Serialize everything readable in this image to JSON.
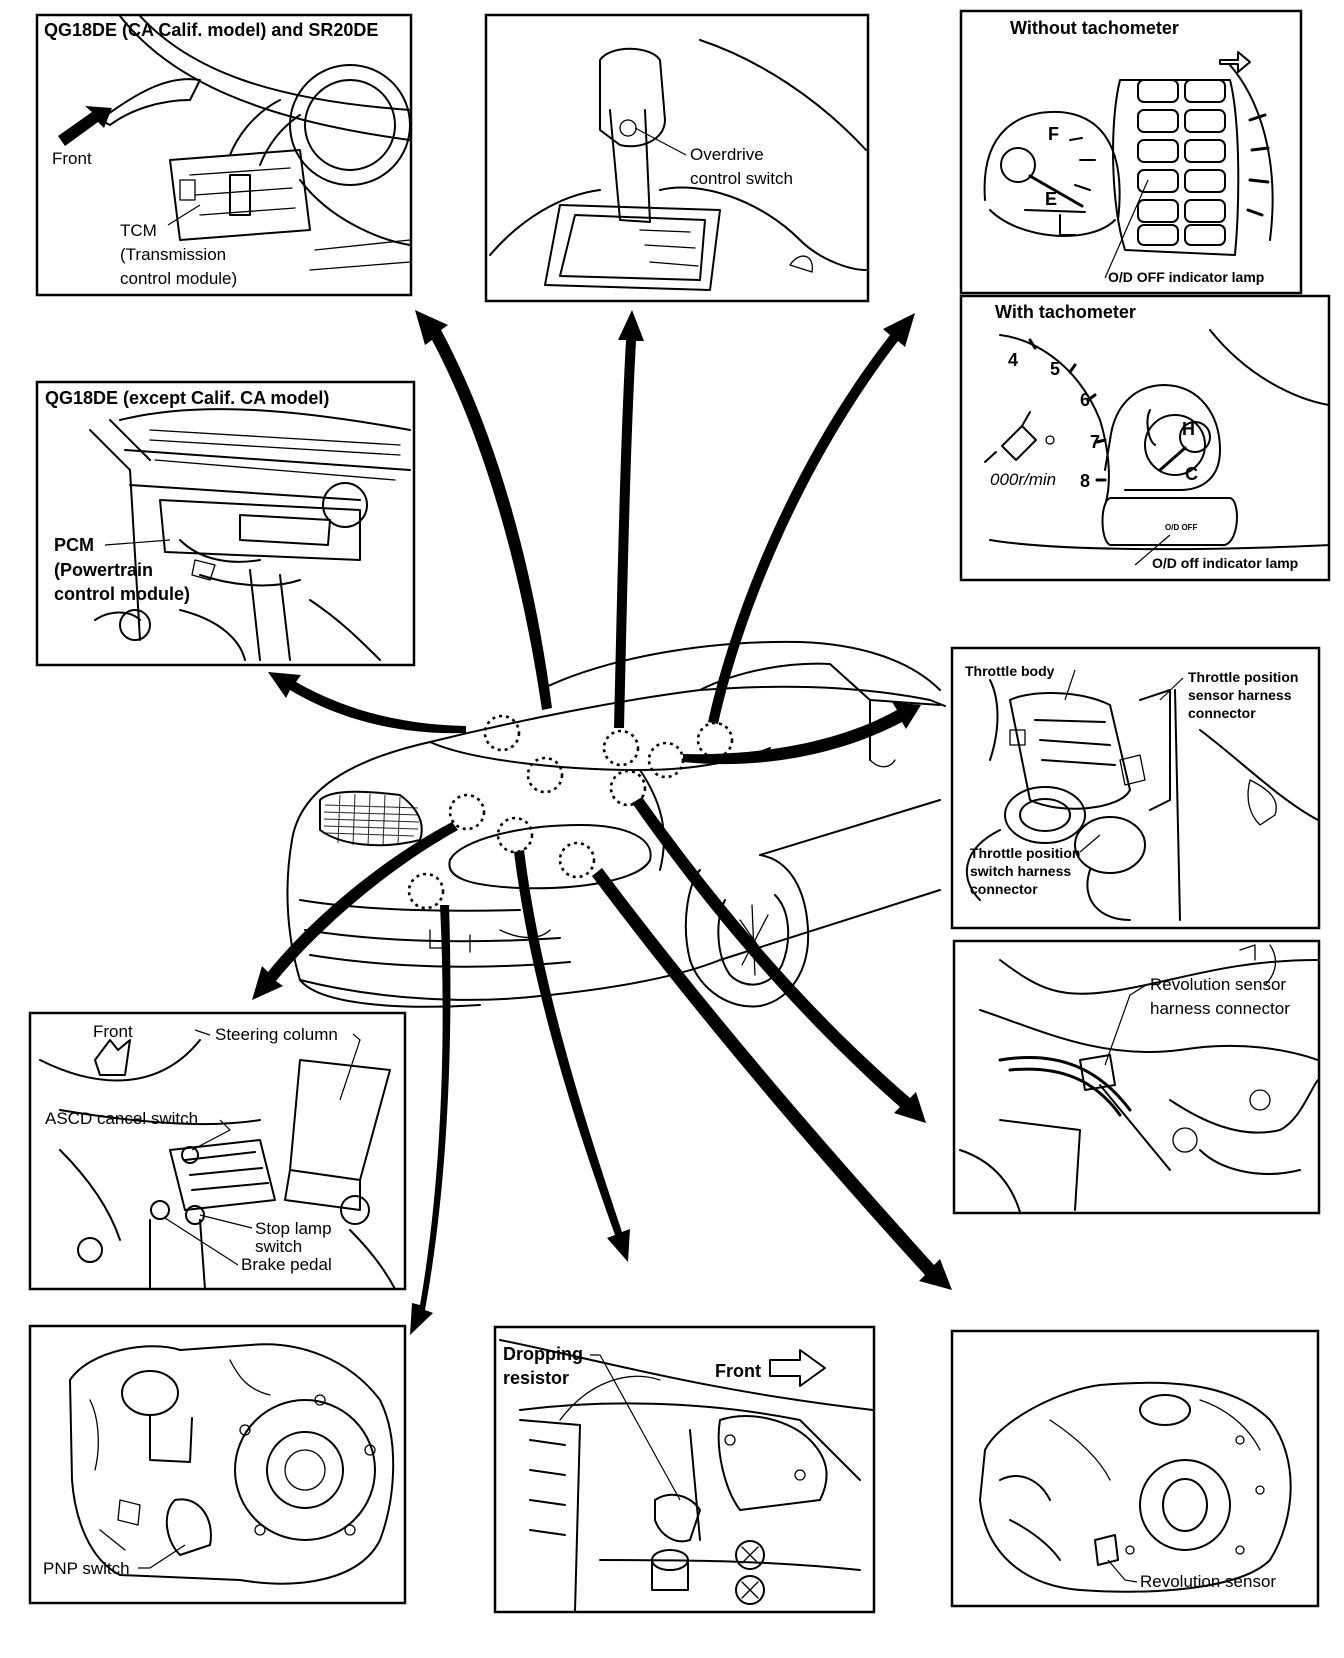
{
  "panels": {
    "tcm": {
      "title": "QG18DE (CA Calif. model) and SR20DE",
      "front": "Front",
      "label_1": "TCM",
      "label_2": "(Transmission",
      "label_3": "control module)"
    },
    "od_switch": {
      "label_1": "Overdrive",
      "label_2": "control switch"
    },
    "meter_no_tacho": {
      "title": "Without tachometer",
      "fuel_f": "F",
      "fuel_e": "E",
      "lamp": "O/D OFF indicator lamp"
    },
    "meter_tacho": {
      "title": "With tachometer",
      "ticks": [
        "4",
        "5",
        "6",
        "7",
        "8"
      ],
      "unit": "000r/min",
      "temp_h": "H",
      "temp_c": "C",
      "lamp": "O/D off indicator lamp",
      "lamp_icon": "O/D OFF"
    },
    "pcm": {
      "title": "QG18DE (except Calif. CA model)",
      "label_1": "PCM",
      "label_2": "(Powertrain",
      "label_3": "control module)"
    },
    "throttle": {
      "body": "Throttle body",
      "tps_1": "Throttle position",
      "tps_2": "sensor harness",
      "tps_3": "connector",
      "tpsw_1": "Throttle position",
      "tpsw_2": "switch harness",
      "tpsw_3": "connector"
    },
    "rev_connector": {
      "label_1": "Revolution sensor",
      "label_2": "harness connector"
    },
    "ascd": {
      "front": "Front",
      "steering": "Steering column",
      "ascd": "ASCD cancel switch",
      "stop_1": "Stop lamp",
      "stop_2": "switch",
      "brake": "Brake pedal"
    },
    "pnp": {
      "label": "PNP switch"
    },
    "resistor": {
      "label_1": "Dropping",
      "label_2": "resistor",
      "front": "Front"
    },
    "rev_sensor": {
      "label": "Revolution sensor"
    }
  }
}
